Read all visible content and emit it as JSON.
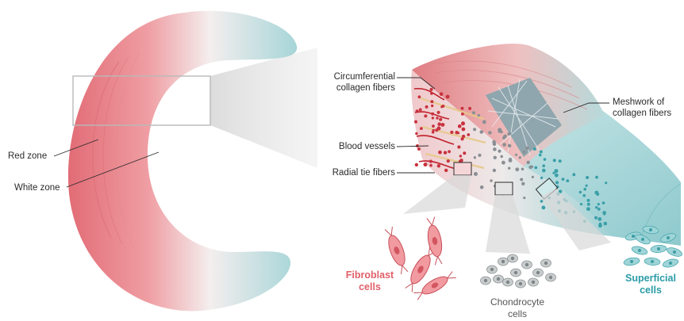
{
  "labels": {
    "red_zone": "Red zone",
    "white_zone": "White zone",
    "circumferential_line1": "Circumferential",
    "circumferential_line2": "collagen fibers",
    "blood_vessels": "Blood vessels",
    "radial_tie_fibers": "Radial tie fibers",
    "meshwork_line1": "Meshwork of",
    "meshwork_line2": "collagen fibers",
    "fibroblast_line1": "Fibroblast",
    "fibroblast_line2": "cells",
    "chondrocyte_line1": "Chondrocyte",
    "chondrocyte_line2": "cells",
    "superficial_line1": "Superficial",
    "superficial_line2": "cells"
  },
  "colors": {
    "red_zone": "#e8828a",
    "white_zone": "#f3eeee",
    "teal_zone": "#a8d6d8",
    "fibroblast": "#e8848c",
    "fibroblast_text": "#e2606a",
    "chondrocyte": "#b8bcbd",
    "superficial": "#7cc4c8",
    "superficial_text": "#2a9ba6",
    "vessel": "#c0202c",
    "fiber": "#e7c98a"
  }
}
